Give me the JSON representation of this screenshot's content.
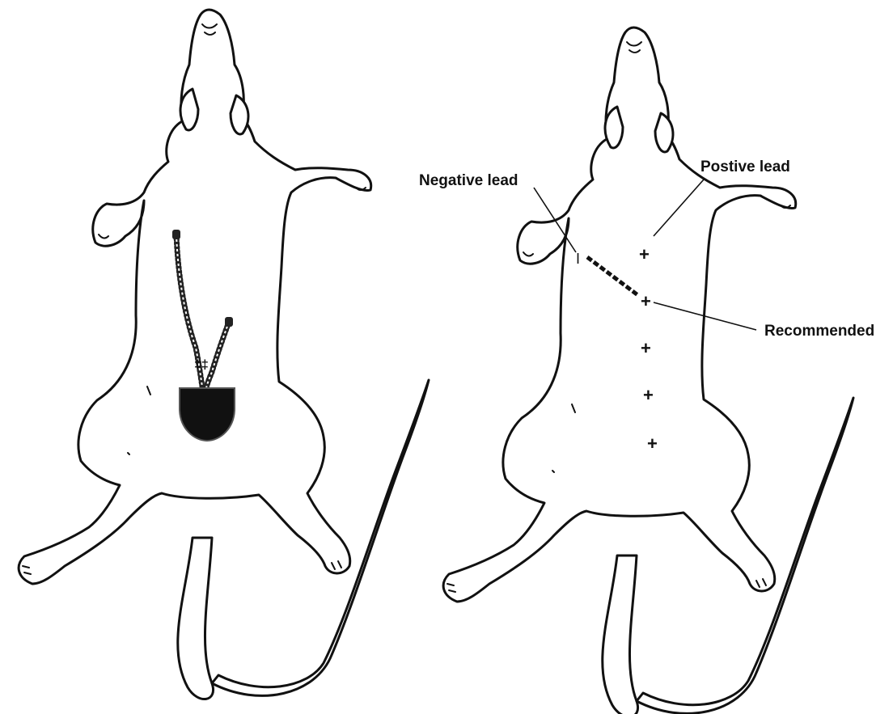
{
  "labels": {
    "negative_lead": "Negative lead",
    "positive_lead": "Postive lead",
    "recommended": "Recommended"
  },
  "signs": {
    "negative": "I",
    "positive": "+",
    "implant_marks": "‡‡"
  },
  "colors": {
    "ink": "#111111",
    "background": "#ffffff"
  }
}
